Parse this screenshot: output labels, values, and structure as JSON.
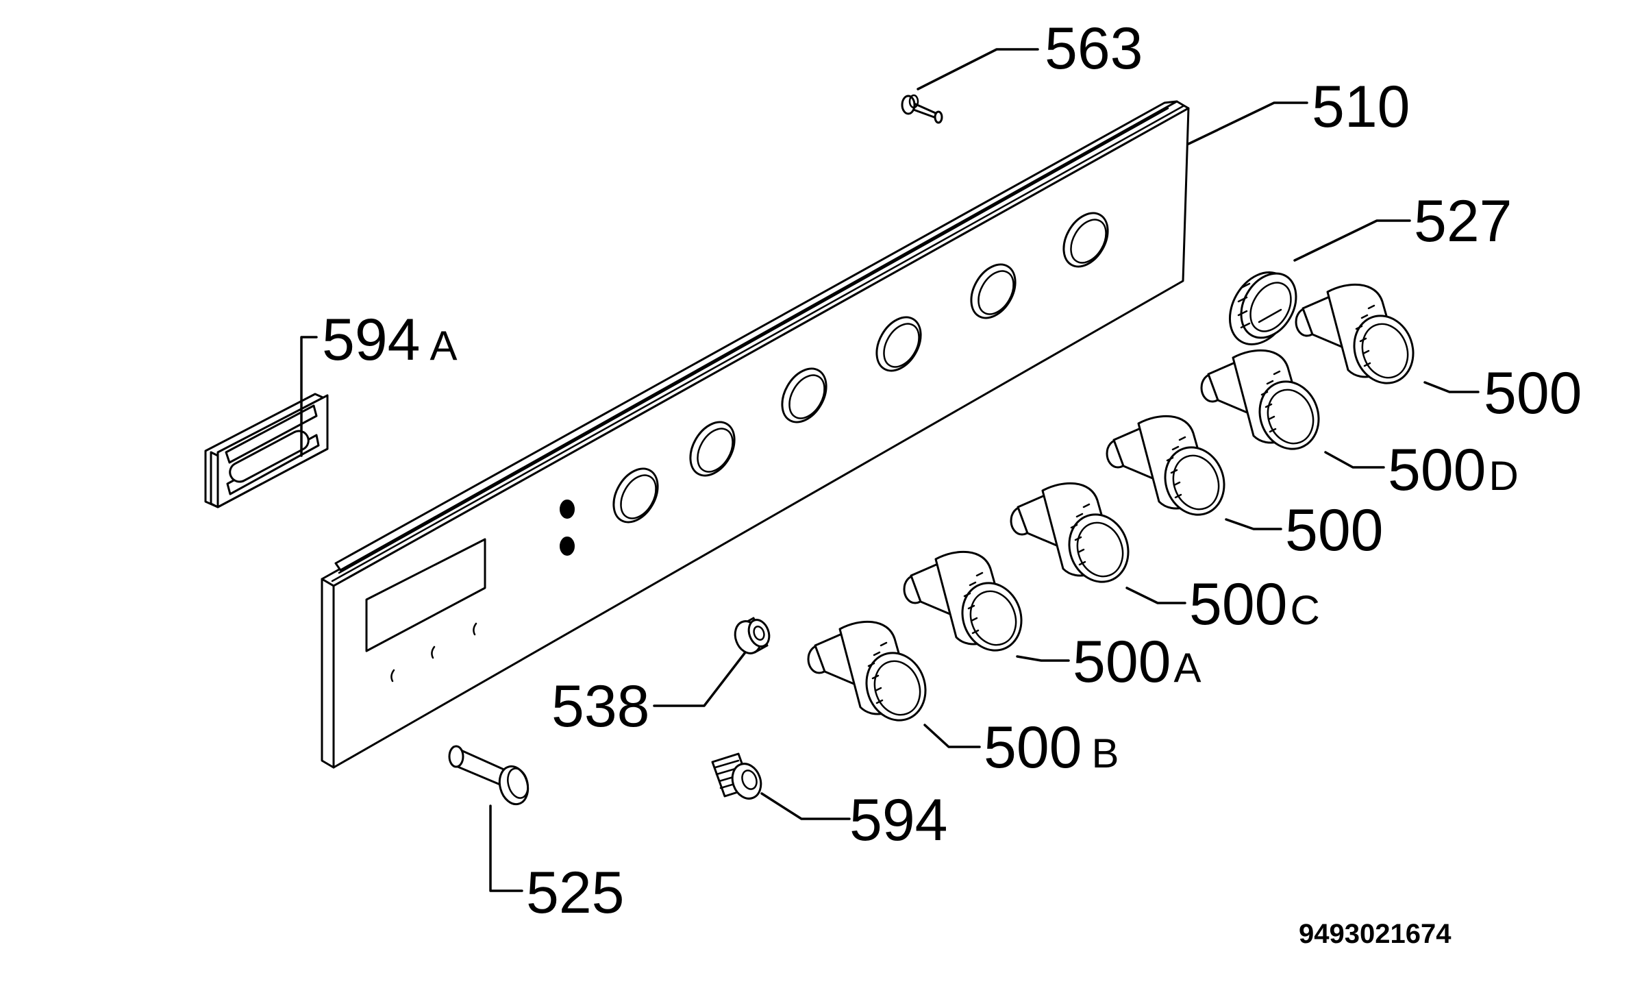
{
  "callouts": [
    {
      "id": "563",
      "number": "563",
      "suffix": ""
    },
    {
      "id": "510",
      "number": "510",
      "suffix": ""
    },
    {
      "id": "527",
      "number": "527",
      "suffix": ""
    },
    {
      "id": "594a",
      "number": "594",
      "suffix": "A"
    },
    {
      "id": "500-top",
      "number": "500",
      "suffix": ""
    },
    {
      "id": "500d",
      "number": "500",
      "suffix": "D"
    },
    {
      "id": "500-mid",
      "number": "500",
      "suffix": ""
    },
    {
      "id": "500c",
      "number": "500",
      "suffix": "C"
    },
    {
      "id": "500a",
      "number": "500",
      "suffix": "A"
    },
    {
      "id": "500b",
      "number": "500",
      "suffix": "B"
    },
    {
      "id": "538",
      "number": "538",
      "suffix": ""
    },
    {
      "id": "594",
      "number": "594",
      "suffix": ""
    },
    {
      "id": "525",
      "number": "525",
      "suffix": ""
    }
  ],
  "document_number": "9493021674"
}
